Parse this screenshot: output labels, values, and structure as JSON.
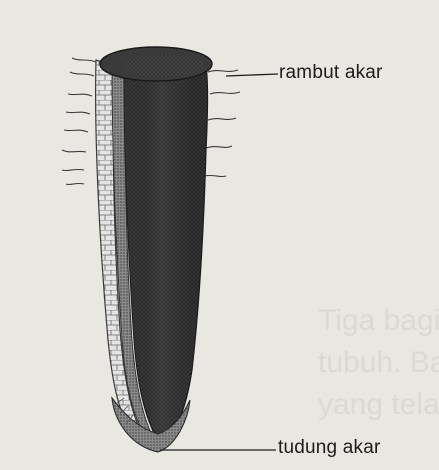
{
  "labels": {
    "root_hair": "rambut akar",
    "root_cap": "tudung akar"
  },
  "background_text_lines": [
    "Tiga bagian pok",
    "tubuh. Bagian a",
    "yang telah ban"
  ],
  "colors": {
    "paper": "#e9e7e2",
    "ink": "#1c1c1c",
    "core_dark": "#3a3a3a",
    "epidermis": "#cfcfcf",
    "bleed_text": "#dcd9d3"
  }
}
